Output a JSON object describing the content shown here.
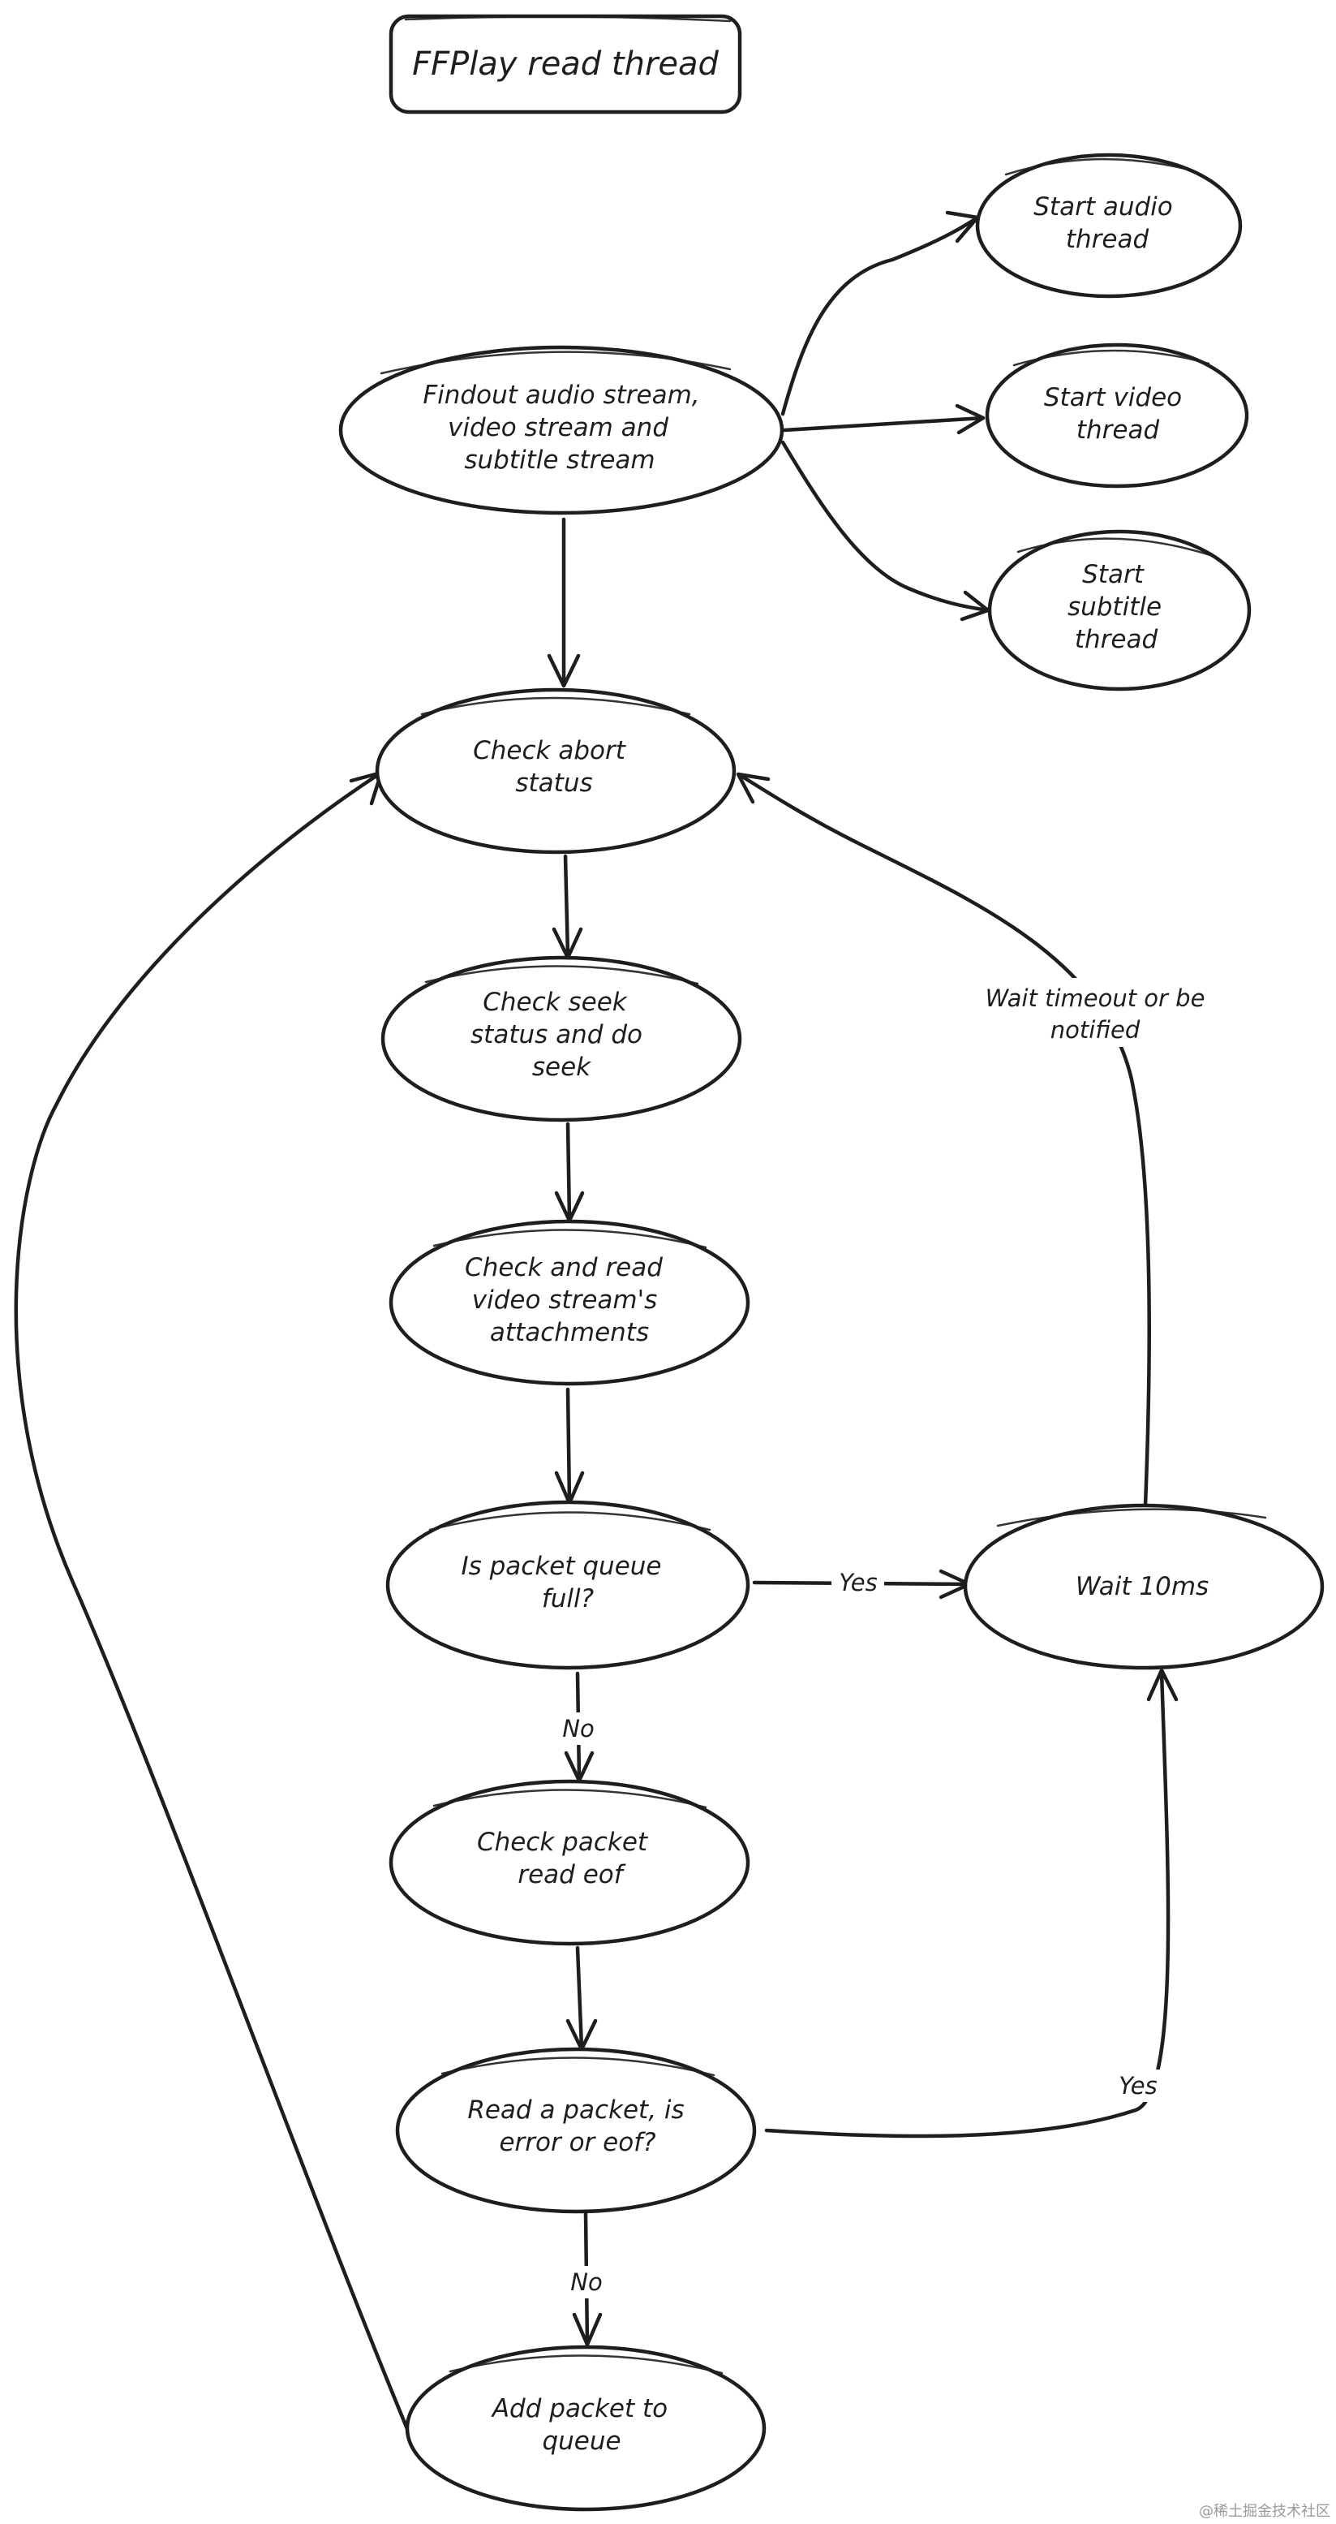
{
  "title": "FFPlay read thread",
  "nodes": {
    "find_streams": [
      "Findout audio stream,",
      "video stream and",
      "subtitle stream"
    ],
    "start_audio": [
      "Start audio",
      "thread"
    ],
    "start_video": [
      "Start video",
      "thread"
    ],
    "start_subtitle": [
      "Start",
      "subtitle",
      "thread"
    ],
    "check_abort": [
      "Check abort",
      "status"
    ],
    "check_seek": [
      "Check seek",
      "status and do",
      "seek"
    ],
    "check_attachments": [
      "Check and read",
      "video stream's",
      "attachments"
    ],
    "queue_full": [
      "Is packet queue",
      "full?"
    ],
    "wait_10ms": [
      "Wait 10ms"
    ],
    "check_eof": [
      "Check packet",
      "read eof"
    ],
    "read_packet": [
      "Read a packet, is",
      "error or eof?"
    ],
    "add_packet": [
      "Add packet to",
      "queue"
    ]
  },
  "edge_labels": {
    "queue_full_yes": "Yes",
    "queue_full_no": "No",
    "read_packet_yes": "Yes",
    "read_packet_no": "No",
    "wait_loop": [
      "Wait timeout or be",
      "notified"
    ]
  },
  "watermark": "@稀土掘金技术社区"
}
